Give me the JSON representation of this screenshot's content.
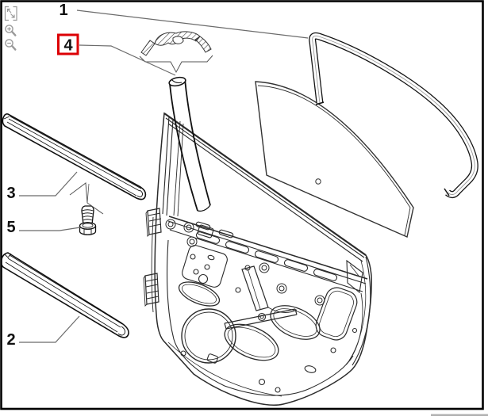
{
  "viewer": {
    "background": "#ffffff",
    "frame_border_color": "#000000",
    "controls": [
      {
        "name": "fit-to-view-icon"
      },
      {
        "name": "zoom-in-icon"
      },
      {
        "name": "zoom-out-icon"
      }
    ],
    "control_color": "#9a9a9a",
    "scrollbar_fragment_color": "#b0b0b0"
  },
  "diagram": {
    "callouts": [
      {
        "label": "1",
        "highlighted": false
      },
      {
        "label": "4",
        "highlighted": true
      },
      {
        "label": "3",
        "highlighted": false
      },
      {
        "label": "5",
        "highlighted": false
      },
      {
        "label": "2",
        "highlighted": false
      }
    ],
    "highlight_color": "#dc0005",
    "line_color": "#1c1c1c",
    "leader_color": "#6b6b6b"
  }
}
